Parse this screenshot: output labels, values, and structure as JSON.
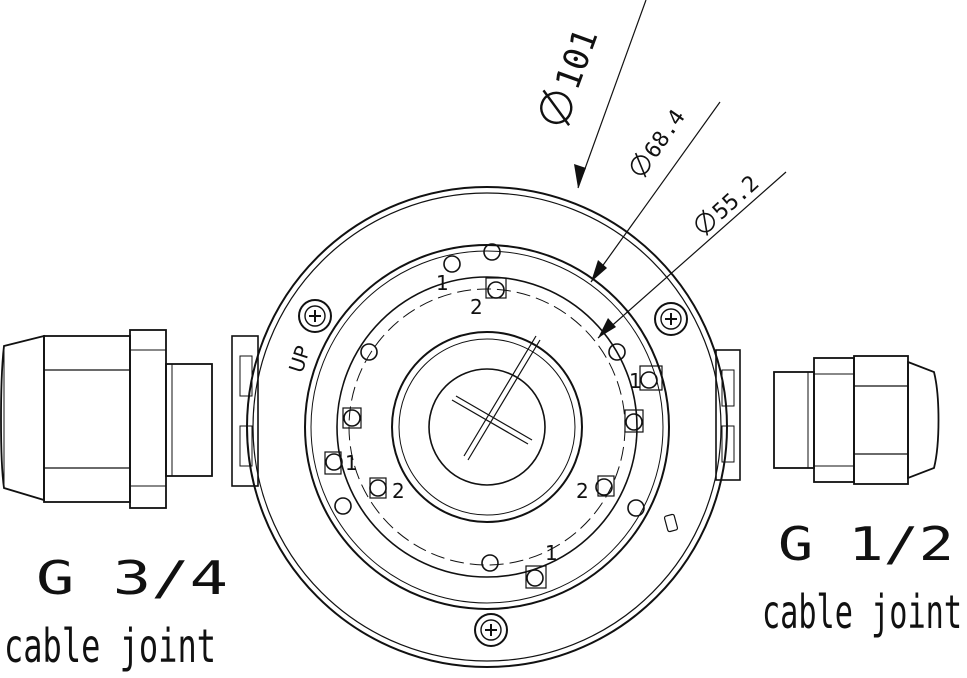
{
  "dimensions": {
    "outer_diameter": "101",
    "middle_diameter": "68.4",
    "inner_diameter": "55.2",
    "diameter_symbol": "Ø"
  },
  "orientation_mark": "UP",
  "hole_labels": {
    "top_1": "1",
    "top_2": "2",
    "right_1": "1",
    "left_1": "1",
    "left_2": "2",
    "right_2": "2",
    "bottom_1": "1"
  },
  "left_joint": {
    "size_label": "G 3/4",
    "type_label": "cable joint"
  },
  "right_joint": {
    "size_label": "G 1/2",
    "type_label": "cable joint"
  }
}
